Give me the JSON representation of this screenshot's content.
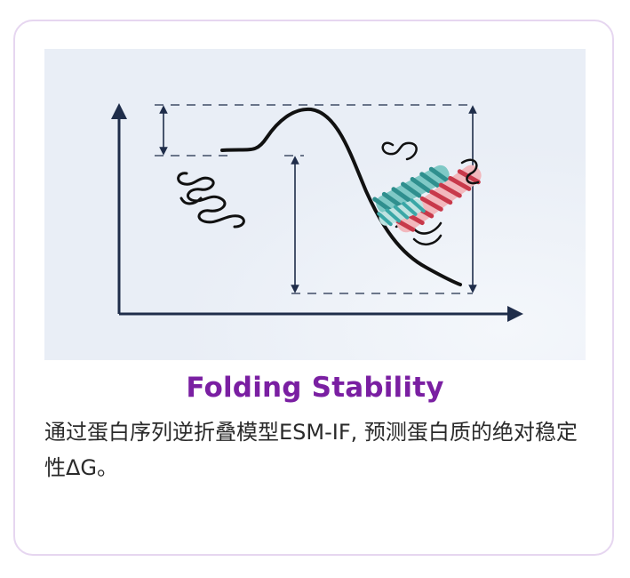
{
  "card": {
    "title": "Folding Stability",
    "description": "通过蛋白序列逆折叠模型ESM-IF, 预测蛋白质的绝对稳定性ΔG。"
  },
  "colors": {
    "title": "#7a1fa2",
    "border": "#e6d6f0",
    "figure_bg": "#e9eef6",
    "axis": "#1f2d4a",
    "helix_teal": "#3aa7a6",
    "helix_red": "#c8394a"
  },
  "figure": {
    "icons": [
      "energy-landscape-curve",
      "unfolded-protein-coil-icon",
      "folded-protein-helix-icon"
    ]
  }
}
